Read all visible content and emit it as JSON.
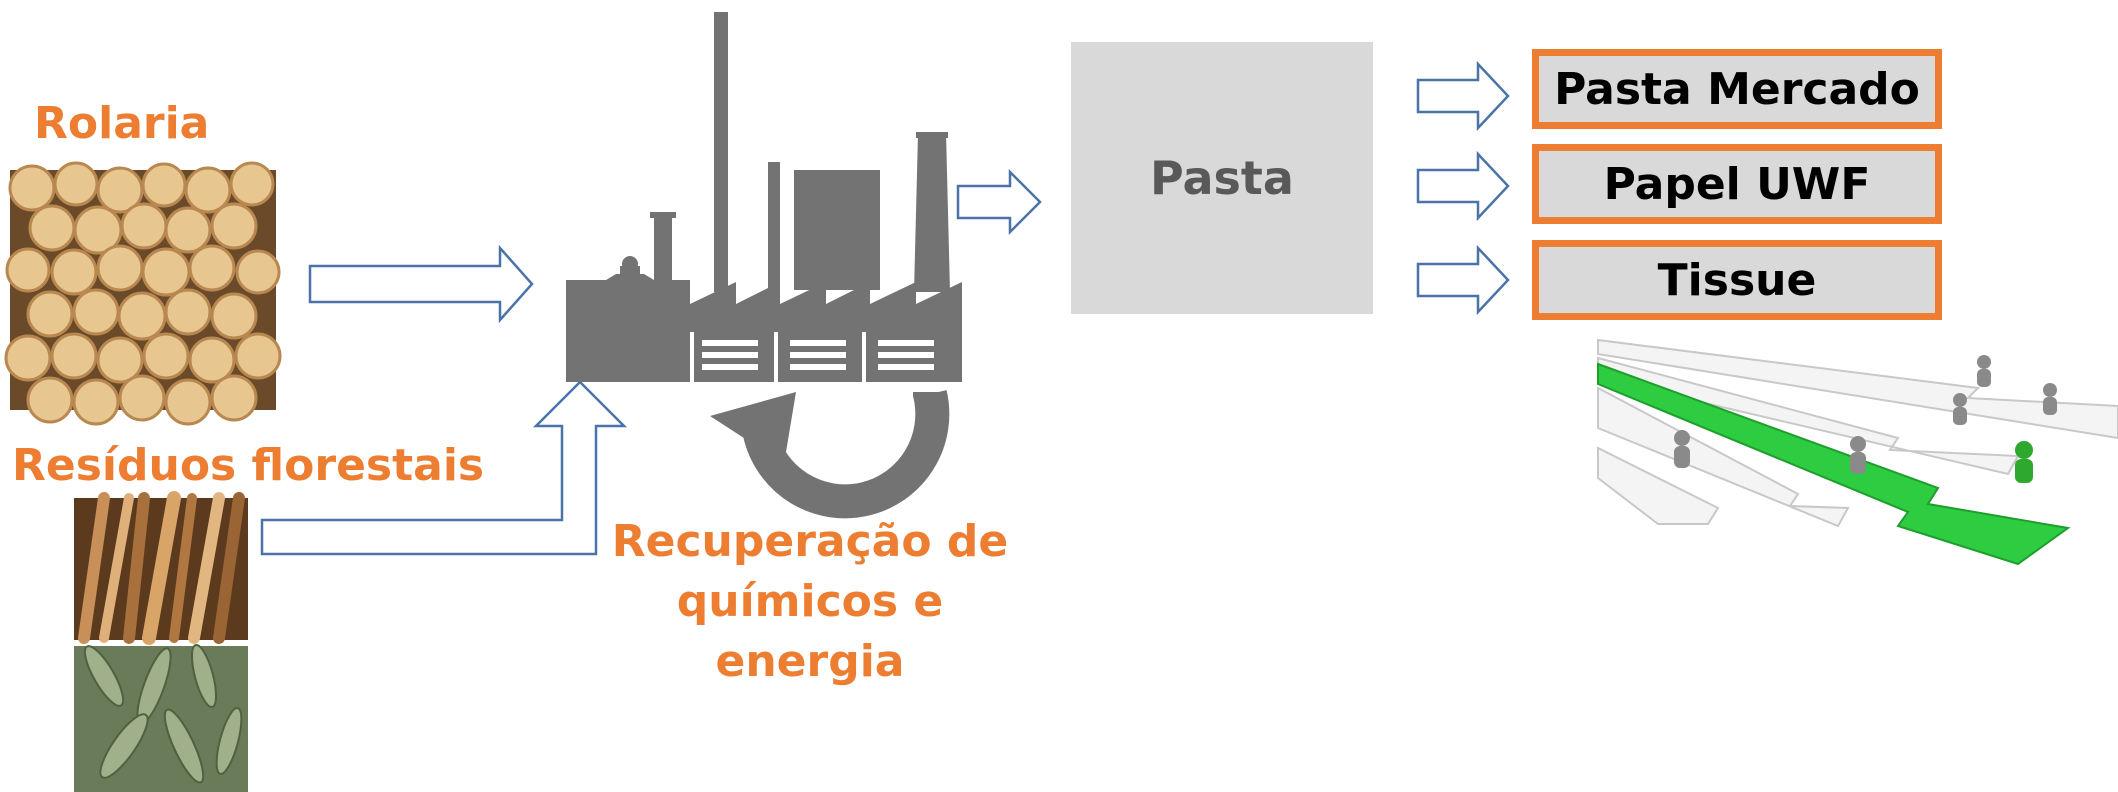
{
  "labels": {
    "rolaria": "Rolaria",
    "residuos": "Resíduos florestais",
    "recuperacao": "Recuperação de químicos e energia",
    "pasta": "Pasta"
  },
  "products": [
    {
      "label": "Pasta Mercado"
    },
    {
      "label": "Papel UWF"
    },
    {
      "label": "Tissue"
    }
  ],
  "colors": {
    "accent_orange": "#ed7d31",
    "arrow_stroke": "#4a74a8",
    "factory_gray": "#737373",
    "box_gray": "#d9d9d9",
    "green_arrow": "#2ecc40"
  },
  "images": {
    "logs": "log-pile-photo",
    "bark": "eucalyptus-bark-photo",
    "leaves": "eucalyptus-leaves-photo",
    "race": "race-figures-arrows-illustration"
  }
}
